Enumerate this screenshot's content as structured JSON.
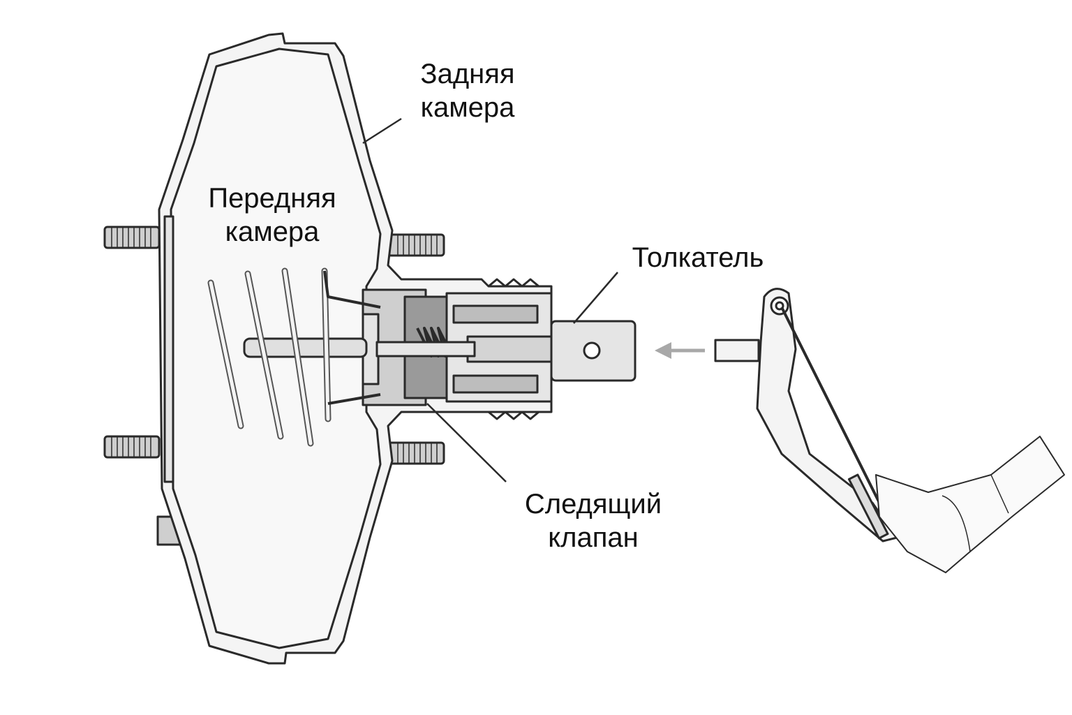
{
  "labels": {
    "rear_chamber": [
      "Задняя",
      "камера"
    ],
    "front_chamber": [
      "Передняя",
      "камера"
    ],
    "pushrod": "Толкатель",
    "control_valve": [
      "Следящий",
      "клапан"
    ]
  },
  "colors": {
    "line": "#2a2a2a",
    "body_fill": "#f2f2f2",
    "hub_fill": "#d9d9d9",
    "dark_fill": "#9a9a9a",
    "arrow": "#a8a8a8"
  }
}
